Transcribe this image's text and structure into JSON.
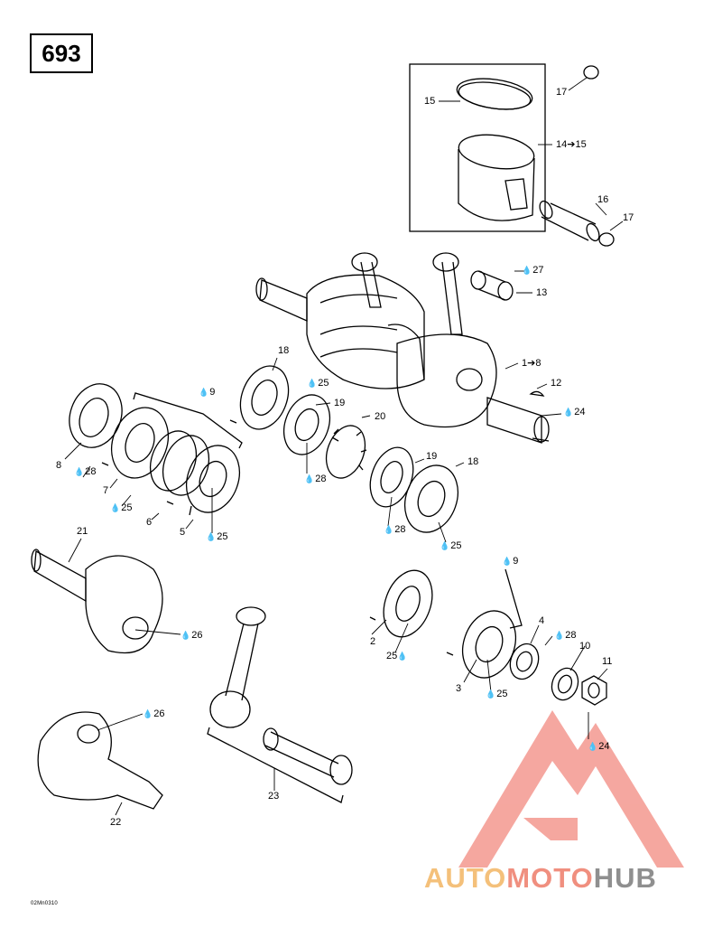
{
  "page": {
    "number": "693",
    "drawing_code": "02Mn0310"
  },
  "watermark": {
    "part1": "AUTO",
    "part2": "MOTO",
    "part3": "HUB",
    "colors": {
      "part1": "#f4c07a",
      "part2": "#f08f7f",
      "part3": "#8f8f8f",
      "logo": "#f28a80"
    }
  },
  "callouts": {
    "c17a": "17",
    "c15": "15",
    "c14": "14➔15",
    "c16": "16",
    "c17b": "17",
    "c27": "27",
    "c13": "13",
    "c1": "1➔8",
    "c12": "12",
    "c24a": "24",
    "c9a": "9",
    "c18a": "18",
    "c25a": "25",
    "c19a": "19",
    "c20": "20",
    "c8": "8",
    "c28a": "28",
    "c7": "7",
    "c25b": "25",
    "c6": "6",
    "c5": "5",
    "c25c": "25",
    "c19b": "19",
    "c18b": "18",
    "c28b": "28",
    "c28c": "28",
    "c25d": "25",
    "c21": "21",
    "c26a": "26",
    "c9b": "9",
    "c2": "2",
    "c25e": "25",
    "c4": "4",
    "c28d": "28",
    "c10": "10",
    "c11": "11",
    "c3": "3",
    "c25f": "25",
    "c24b": "24",
    "c26b": "26",
    "c23": "23",
    "c22": "22"
  }
}
